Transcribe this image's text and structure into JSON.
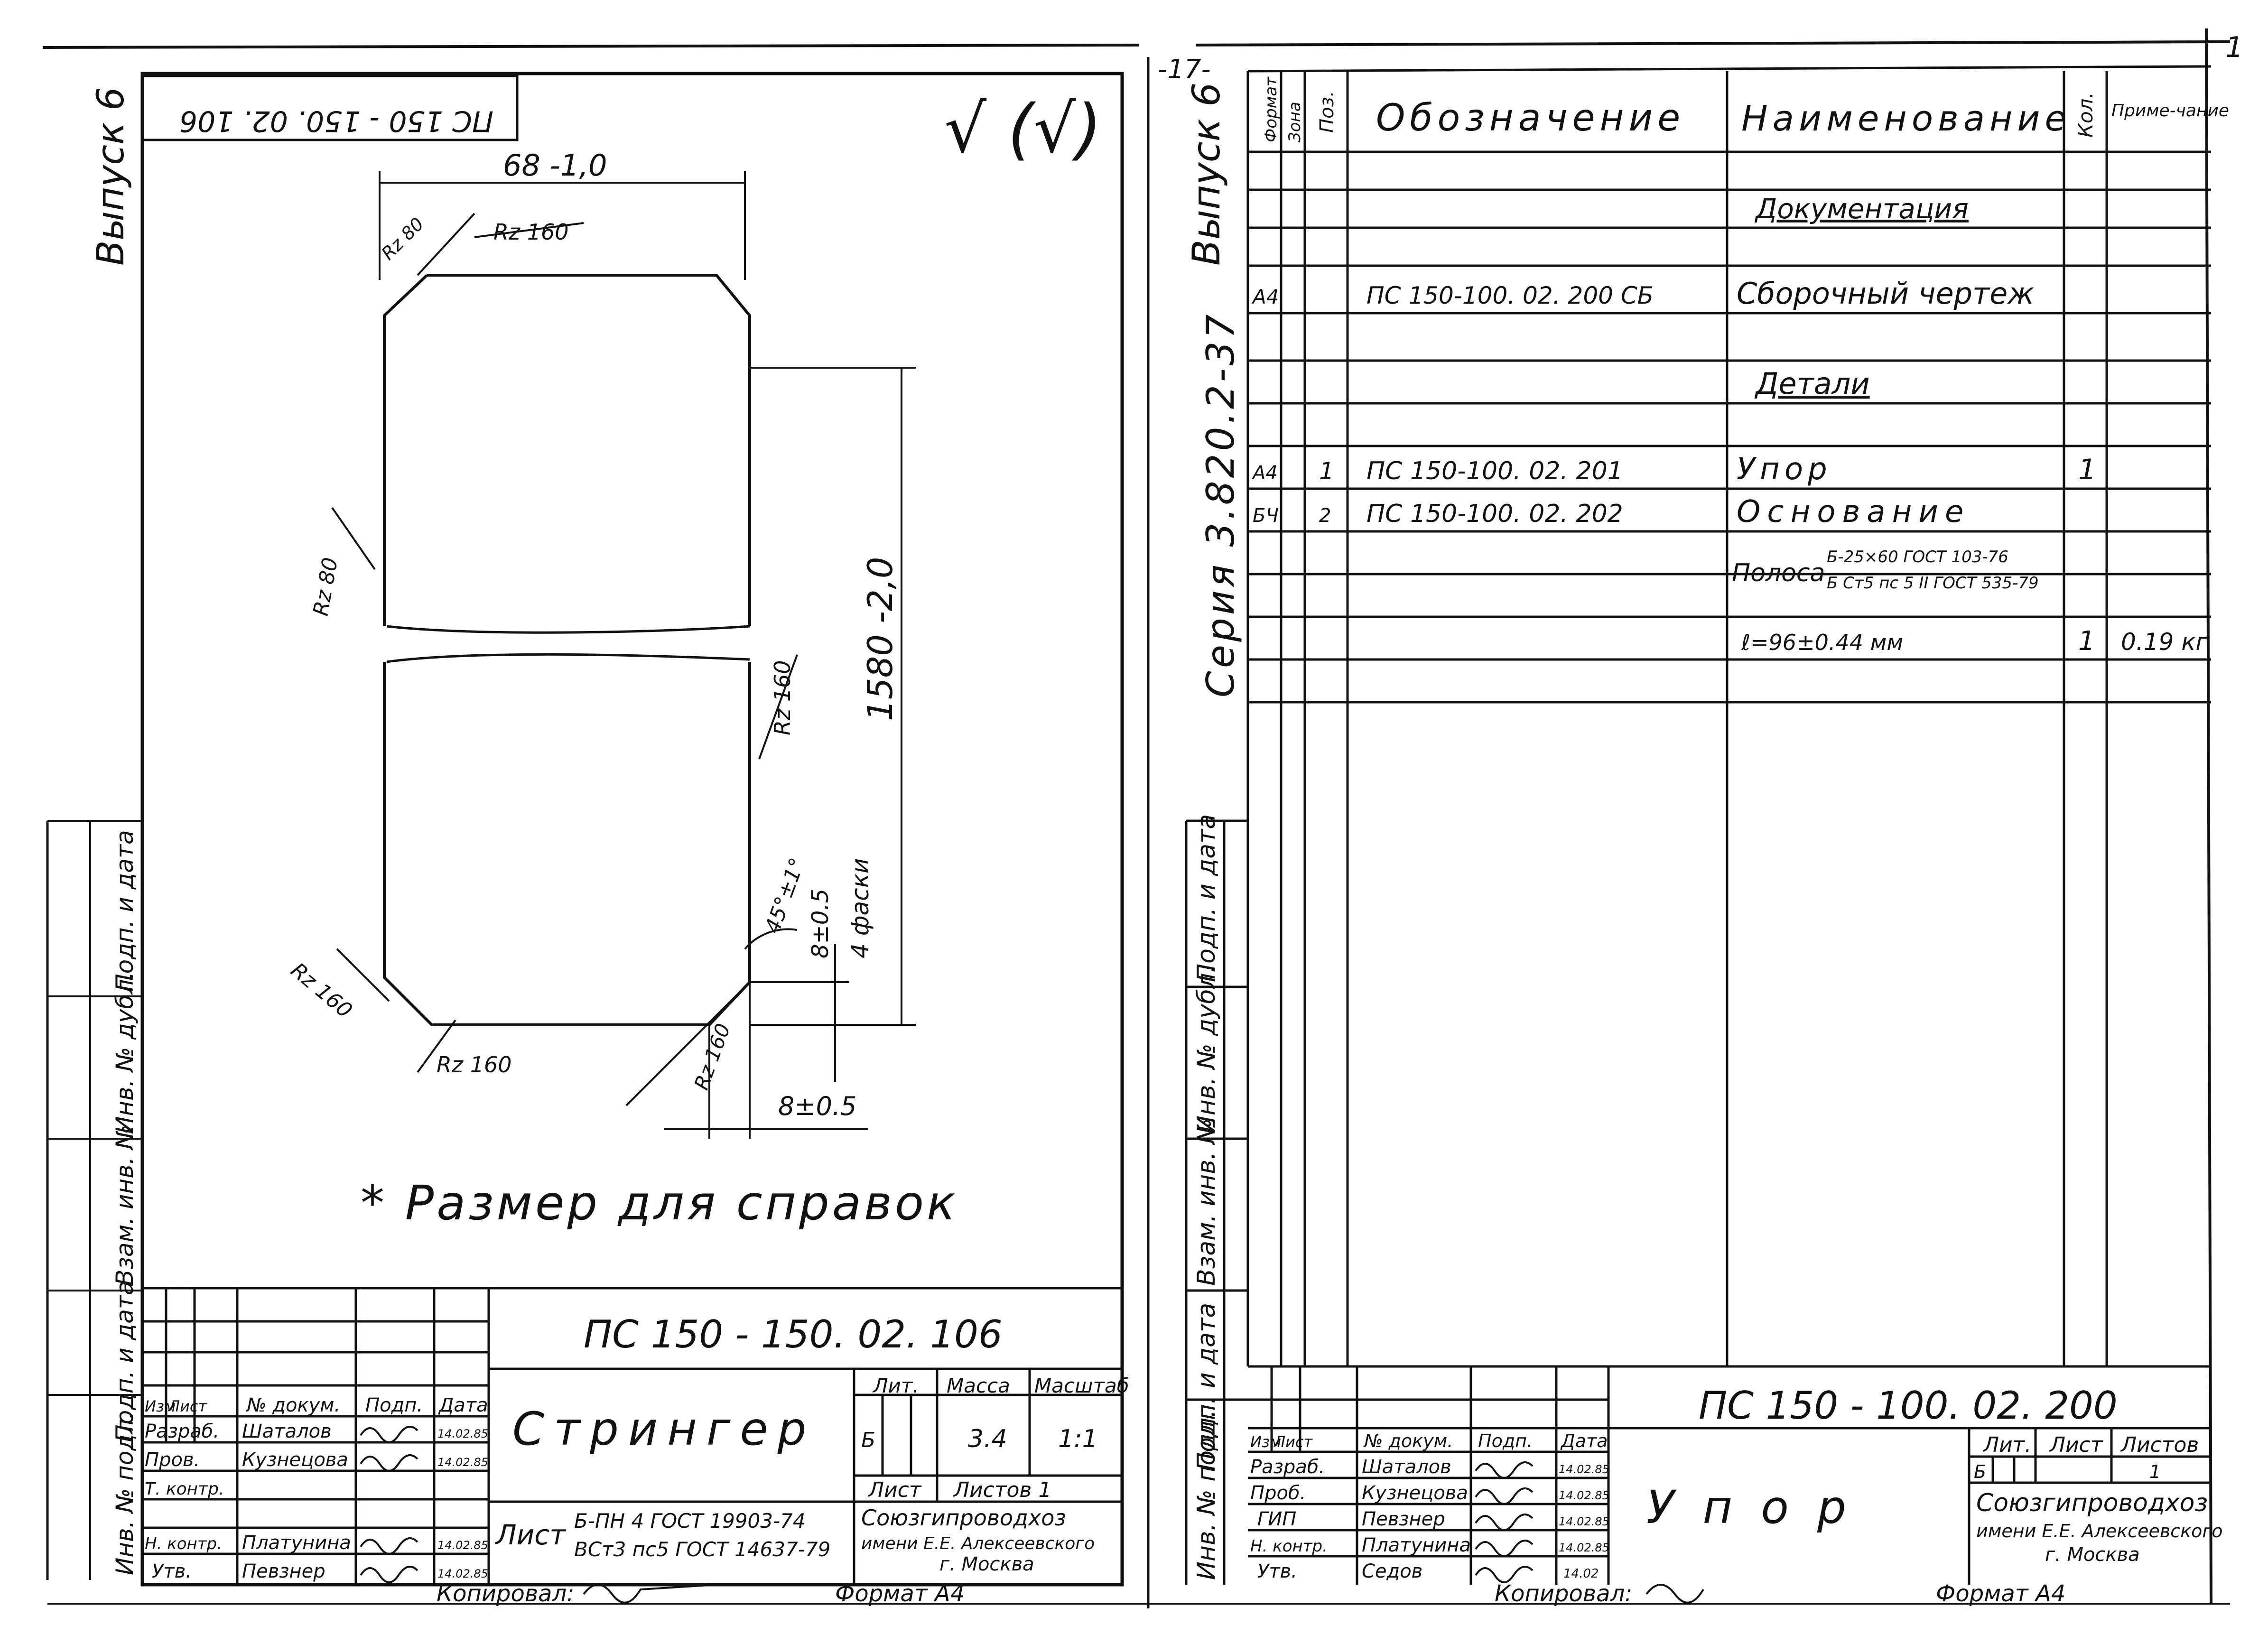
{
  "top_right_marks": {
    "corner_number": "1",
    "page_number": "-17-"
  },
  "left_sheet": {
    "vertical_issue_label": "Выпуск 6",
    "rotated_doc_number": "ПС 150 - 150. 02. 106",
    "roughness_mark": "√ (√)",
    "dim_width": "68 -1,0",
    "dim_length": "1580 -2,0",
    "roughness": {
      "r1": "Rz 80",
      "r2": "Rz 160",
      "r3": "Rz 80",
      "r4": "Rz 160",
      "r5": "Rz 160",
      "r6": "Rz 160",
      "r7": "Rz 160"
    },
    "chamfer_angle": "45°±1°",
    "chamfer_size": "8±0.5",
    "chamfer_count": "4 фаски",
    "bottom_dim": "8±0.5",
    "reference_note": "* Размер для справок",
    "side_stamp": {
      "c1": "Инв. № подл.",
      "c2": "Подп. и дата",
      "c3": "Взам. инв. №",
      "c4": "Инв. № дубл.",
      "c5": "Подп. и дата"
    },
    "title_block": {
      "doc_number": "ПС 150 - 150. 02. 106",
      "name": "Стрингер",
      "lit_header": "Лит.",
      "mass_header": "Масса",
      "scale_header": "Масштаб",
      "lit_value": "Б",
      "mass_value": "3.4",
      "scale_value": "1:1",
      "sheet_label": "Лист",
      "sheets_label": "Листов 1",
      "material_prefix": "Лист",
      "material_line1": "Б-ПН 4 ГОСТ 19903-74",
      "material_line2": "ВСт3 пс5 ГОСТ 14637-79",
      "org_line1": "Союзгипроводхоз",
      "org_line2": "имени Е.Е. Алексеевского",
      "org_line3": "г. Москва",
      "headers": {
        "izm": "Изм",
        "list": "Лист",
        "ndoc": "№ докум.",
        "podp": "Подп.",
        "date": "Дата"
      },
      "roles": [
        {
          "role": "Разраб.",
          "name": "Шаталов",
          "sign": "",
          "date": "14.02.85"
        },
        {
          "role": "Пров.",
          "name": "Кузнецова",
          "sign": "",
          "date": "14.02.85"
        },
        {
          "role": "Т. контр.",
          "name": "",
          "sign": "",
          "date": ""
        },
        {
          "role": "",
          "name": "",
          "sign": "",
          "date": ""
        },
        {
          "role": "Н. контр.",
          "name": "Платунина",
          "sign": "",
          "date": "14.02.85"
        },
        {
          "role": "Утв.",
          "name": "Певзнер",
          "sign": "",
          "date": "14.02.85"
        }
      ]
    },
    "footer_copied": "Копировал:",
    "footer_format": "Формат А4"
  },
  "right_sheet": {
    "vertical_issue_label": "Выпуск 6",
    "vertical_series": "Серия 3.820.2-37",
    "spec_headers": {
      "format": "Формат",
      "zone": "Зона",
      "pos": "Поз.",
      "designation": "Обозначение",
      "name": "Наименование",
      "qty": "Кол.",
      "note": "Приме-чание"
    },
    "spec_rows": [
      {
        "format": "",
        "pos": "",
        "designation": "",
        "name": "Документация",
        "qty": "",
        "note": "",
        "underline": true
      },
      {
        "format": "А4",
        "pos": "",
        "designation": "ПС 150-100. 02. 200 СБ",
        "name": "Сборочный чертеж",
        "qty": "",
        "note": "",
        "underline": false
      },
      {
        "format": "",
        "pos": "",
        "designation": "",
        "name": "Детали",
        "qty": "",
        "note": "",
        "underline": true
      },
      {
        "format": "А4",
        "pos": "1",
        "designation": "ПС 150-100. 02. 201",
        "name": "Упор",
        "qty": "1",
        "note": "",
        "underline": false
      },
      {
        "format": "БЧ",
        "pos": "2",
        "designation": "ПС 150-100. 02. 202",
        "name": "Основание",
        "qty": "",
        "note": "",
        "underline": false
      }
    ],
    "strip_row": {
      "name_prefix": "Полоса",
      "spec_line1": "Б-25×60 ГОСТ 103-76",
      "spec_line2": "Б Ст5 пс 5 II ГОСТ 535-79",
      "length": "ℓ=96±0.44 мм",
      "qty": "1",
      "note": "0.19 кг"
    },
    "side_stamp": {
      "c1": "Инв. № подл.",
      "c2": "Подп. и дата",
      "c3": "Взам. инв. №",
      "c4": "Инв. № дубл.",
      "c5": "Подп. и дата"
    },
    "title_block": {
      "doc_number": "ПС 150 - 100. 02. 200",
      "name": "Упор",
      "lit_header": "Лит.",
      "sheet_header": "Лист",
      "sheets_header": "Листов",
      "lit_value": "Б",
      "sheets_value": "1",
      "org_line1": "Союзгипроводхоз",
      "org_line2": "имени Е.Е. Алексеевского",
      "org_line3": "г. Москва",
      "headers": {
        "izm": "Изм",
        "list": "Лист",
        "ndoc": "№ докум.",
        "podp": "Подп.",
        "date": "Дата"
      },
      "roles": [
        {
          "role": "Разраб.",
          "name": "Шаталов",
          "date": "14.02.85"
        },
        {
          "role": "Проб.",
          "name": "Кузнецова",
          "date": "14.02.85"
        },
        {
          "role": "ГИП",
          "name": "Певзнер",
          "date": "14.02.85"
        },
        {
          "role": "Н. контр.",
          "name": "Платунина",
          "date": "14.02.85"
        },
        {
          "role": "Утв.",
          "name": "Седов",
          "date": "14.02"
        }
      ]
    },
    "footer_copied": "Копировал:",
    "footer_format": "Формат А4"
  }
}
